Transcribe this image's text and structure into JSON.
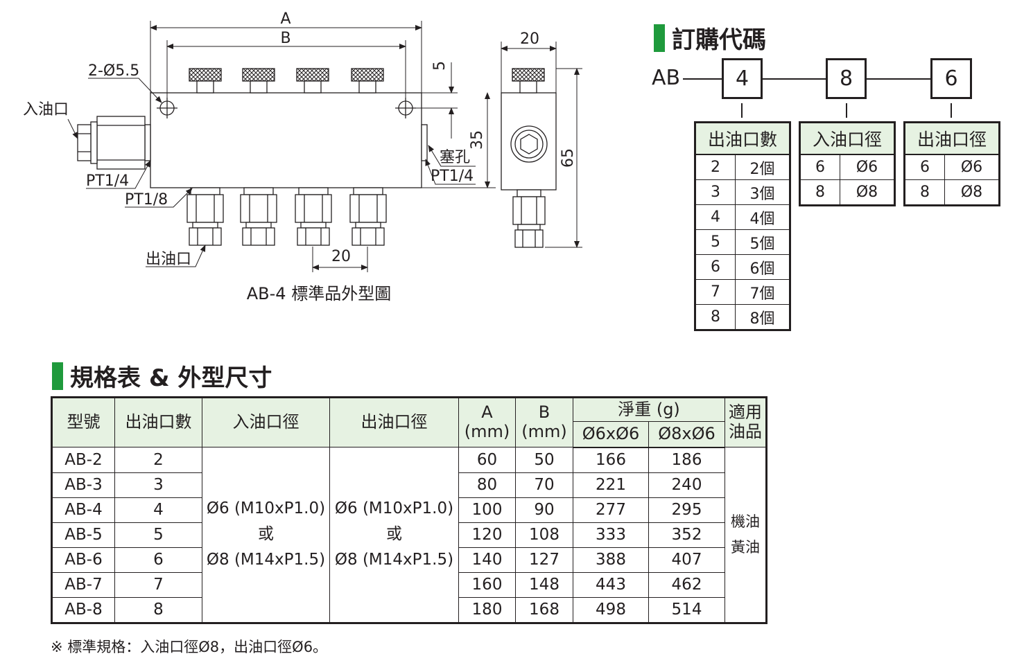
{
  "drawing": {
    "caption": "AB-4 標準品外型圖",
    "dim_a": "A",
    "dim_b": "B",
    "dim_20_side": "20",
    "dim_5": "5",
    "dim_35": "35",
    "dim_65": "65",
    "dim_20_pitch": "20",
    "mount_holes": "2-Ø5.5",
    "inlet_label": "入油口",
    "inlet_thread": "PT1/4",
    "outlet_thread": "PT1/8",
    "outlet_label": "出油口",
    "plug_label": "塞孔",
    "plug_thread": "PT1/4"
  },
  "order_code": {
    "title": "訂購代碼",
    "prefix": "AB",
    "boxes": [
      "4",
      "8",
      "6"
    ],
    "outlet_count": {
      "header": "出油口數",
      "rows": [
        [
          "2",
          "2個"
        ],
        [
          "3",
          "3個"
        ],
        [
          "4",
          "4個"
        ],
        [
          "5",
          "5個"
        ],
        [
          "6",
          "6個"
        ],
        [
          "7",
          "7個"
        ],
        [
          "8",
          "8個"
        ]
      ]
    },
    "inlet_dia": {
      "header": "入油口徑",
      "rows": [
        [
          "6",
          "Ø6"
        ],
        [
          "8",
          "Ø8"
        ]
      ]
    },
    "outlet_dia": {
      "header": "出油口徑",
      "rows": [
        [
          "6",
          "Ø6"
        ],
        [
          "8",
          "Ø8"
        ]
      ]
    }
  },
  "spec": {
    "title": "規格表 & 外型尺寸",
    "headers": {
      "model": "型號",
      "outlets": "出油口數",
      "inlet": "入油口徑",
      "outlet": "出油口徑",
      "a": "A",
      "b": "B",
      "unit": "(mm)",
      "weight": "淨重 (g)",
      "w6": "Ø6xØ6",
      "w8": "Ø8xØ6",
      "suitable_1": "適用",
      "suitable_2": "油品"
    },
    "rows": [
      [
        "AB-2",
        "2",
        "60",
        "50",
        "166",
        "186"
      ],
      [
        "AB-3",
        "3",
        "80",
        "70",
        "221",
        "240"
      ],
      [
        "AB-4",
        "4",
        "100",
        "90",
        "277",
        "295"
      ],
      [
        "AB-5",
        "5",
        "120",
        "108",
        "333",
        "352"
      ],
      [
        "AB-6",
        "6",
        "140",
        "127",
        "388",
        "407"
      ],
      [
        "AB-7",
        "7",
        "160",
        "148",
        "443",
        "462"
      ],
      [
        "AB-8",
        "8",
        "180",
        "168",
        "498",
        "514"
      ]
    ],
    "port_line1": "Ø6 (M10xP1.0)",
    "port_or": "或",
    "port_line2": "Ø8 (M14xP1.5)",
    "oil_1": "機油",
    "oil_2": "黃油",
    "footnote": "※ 標準規格：入油口徑Ø8，出油口徑Ø6。"
  }
}
